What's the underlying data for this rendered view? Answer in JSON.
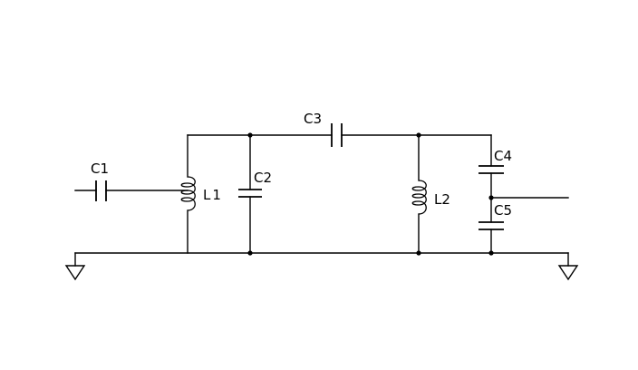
{
  "components": {
    "c1": "C1",
    "c2": "C2",
    "c3": "C3",
    "c4": "C4",
    "c5": "C5",
    "l1": "L1",
    "l2": "L2"
  }
}
